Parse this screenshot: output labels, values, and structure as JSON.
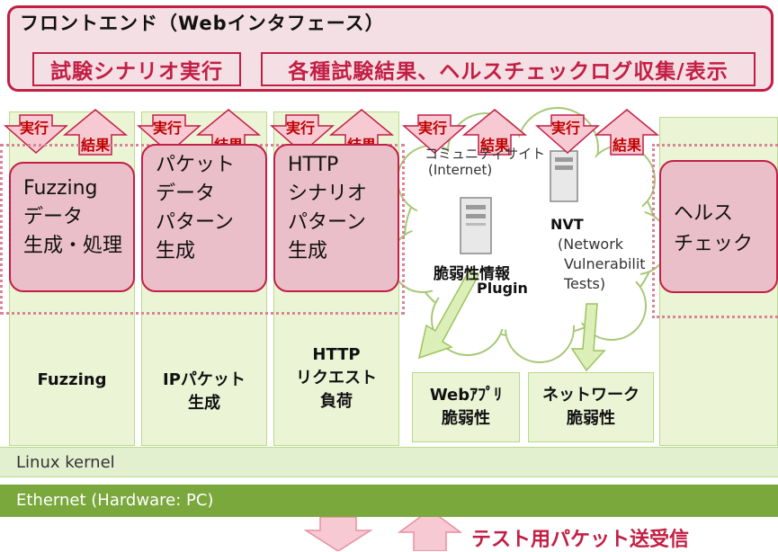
{
  "frontend": {
    "title": "フロントエンド（Webインタフェース）",
    "run_scenario": "試験シナリオ実行",
    "collect_results": "各種試験結果、ヘルスチェックログ収集/表示"
  },
  "arrows": {
    "run": "実行",
    "result": "結果"
  },
  "columns": [
    {
      "box_lines": [
        "Fuzzing",
        "データ",
        "生成・処理"
      ],
      "module": [
        "Fuzzing"
      ]
    },
    {
      "box_lines": [
        "パケット",
        "データ",
        "パターン",
        "生成"
      ],
      "module": [
        "IPパケット",
        "生成"
      ]
    },
    {
      "box_lines": [
        "HTTP",
        "シナリオ",
        "パターン",
        "生成"
      ],
      "module": [
        "HTTP",
        "リクエスト",
        "負荷"
      ]
    }
  ],
  "cloud": {
    "community_site": "コミュニティサイト",
    "internet": "(Internet)",
    "vuln_info": "脆弱性情報",
    "plugin": "Plugin",
    "nvt": "NVT",
    "nvt_lines": [
      "(Network",
      "Vulnerabilit",
      "Tests)"
    ]
  },
  "vuln_boxes": [
    {
      "lines": [
        "Webｱﾌﾟﾘ",
        "脆弱性"
      ]
    },
    {
      "lines": [
        "ネットワーク",
        "脆弱性"
      ]
    }
  ],
  "health": {
    "lines": [
      "ヘルス",
      "チェック"
    ]
  },
  "linux_kernel": "Linux kernel",
  "ethernet": "Ethernet (Hardware: PC)",
  "bottom_label": "テスト用パケット送受信",
  "colors": {
    "accent_red": "#c21f45",
    "pink_fill": "#ebbfc9",
    "green_fill": "#ebf5d6",
    "ethernet_green": "#7aa83c"
  }
}
